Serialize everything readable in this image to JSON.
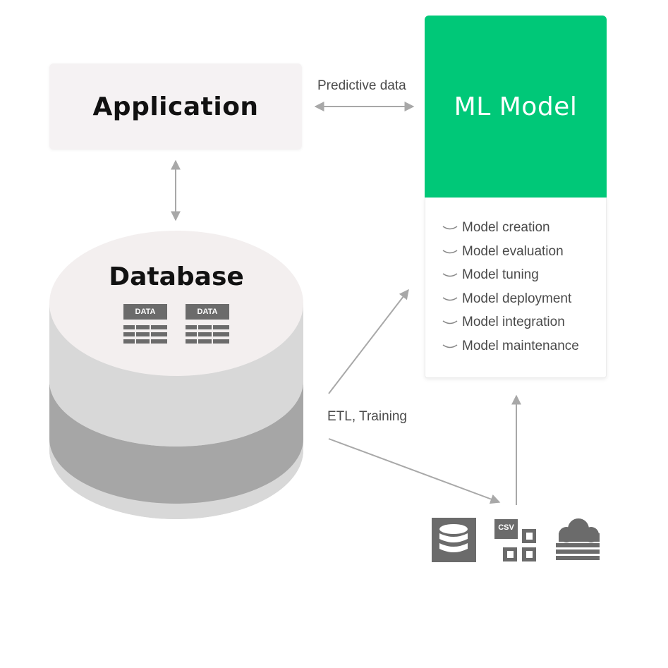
{
  "application": {
    "title": "Application"
  },
  "ml_model": {
    "title": "ML Model",
    "color": "#00c878",
    "steps": [
      "Model creation",
      "Model evaluation",
      "Model tuning",
      "Model deployment",
      "Model integration",
      "Model maintenance"
    ]
  },
  "database": {
    "title": "Database",
    "tables": [
      "DATA",
      "DATA"
    ]
  },
  "edges": {
    "app_ml": "Predictive data",
    "db_to_sources": "ETL, Training"
  },
  "sources": {
    "csv_label": "CSV",
    "icons": [
      "database-icon",
      "csv-files-icon",
      "cloud-storage-icon"
    ]
  }
}
